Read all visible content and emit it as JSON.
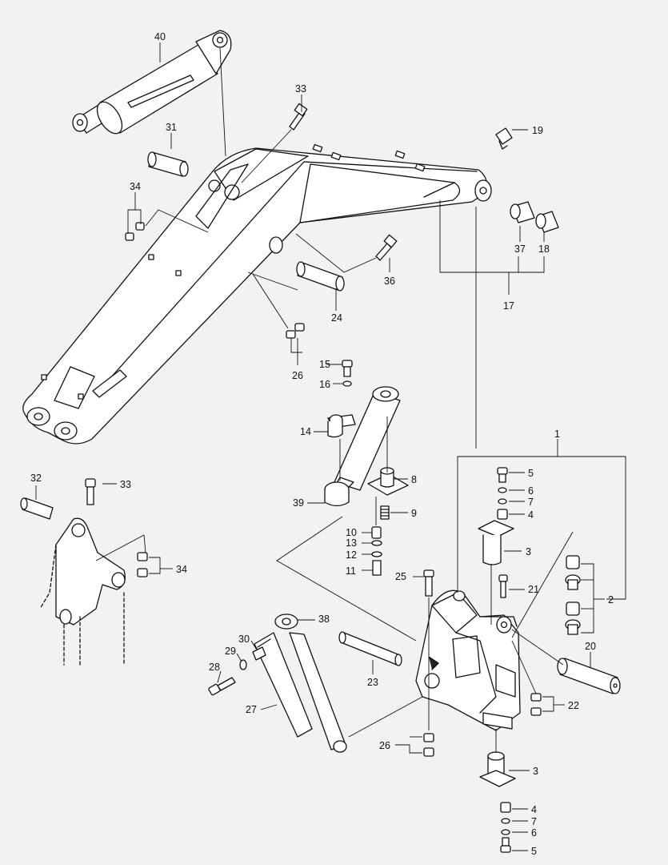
{
  "callouts": [
    {
      "id": "40",
      "text": "40"
    },
    {
      "id": "33a",
      "text": "33"
    },
    {
      "id": "31",
      "text": "31"
    },
    {
      "id": "19",
      "text": "19"
    },
    {
      "id": "34a",
      "text": "34"
    },
    {
      "id": "37",
      "text": "37"
    },
    {
      "id": "18",
      "text": "18"
    },
    {
      "id": "36",
      "text": "36"
    },
    {
      "id": "17",
      "text": "17"
    },
    {
      "id": "24",
      "text": "24"
    },
    {
      "id": "26a",
      "text": "26"
    },
    {
      "id": "15",
      "text": "15"
    },
    {
      "id": "16",
      "text": "16"
    },
    {
      "id": "14",
      "text": "14"
    },
    {
      "id": "1",
      "text": "1"
    },
    {
      "id": "5a",
      "text": "5"
    },
    {
      "id": "6a",
      "text": "6"
    },
    {
      "id": "7a",
      "text": "7"
    },
    {
      "id": "4a",
      "text": "4"
    },
    {
      "id": "8",
      "text": "8"
    },
    {
      "id": "9",
      "text": "9"
    },
    {
      "id": "39",
      "text": "39"
    },
    {
      "id": "10",
      "text": "10"
    },
    {
      "id": "13",
      "text": "13"
    },
    {
      "id": "12",
      "text": "12"
    },
    {
      "id": "11",
      "text": "11"
    },
    {
      "id": "3a",
      "text": "3"
    },
    {
      "id": "32",
      "text": "32"
    },
    {
      "id": "33b",
      "text": "33"
    },
    {
      "id": "34b",
      "text": "34"
    },
    {
      "id": "25",
      "text": "25"
    },
    {
      "id": "21",
      "text": "21"
    },
    {
      "id": "2",
      "text": "2"
    },
    {
      "id": "38",
      "text": "38"
    },
    {
      "id": "30",
      "text": "30"
    },
    {
      "id": "29",
      "text": "29"
    },
    {
      "id": "28",
      "text": "28"
    },
    {
      "id": "20",
      "text": "20"
    },
    {
      "id": "23",
      "text": "23"
    },
    {
      "id": "22",
      "text": "22"
    },
    {
      "id": "27",
      "text": "27"
    },
    {
      "id": "26b",
      "text": "26"
    },
    {
      "id": "3b",
      "text": "3"
    },
    {
      "id": "4b",
      "text": "4"
    },
    {
      "id": "7b",
      "text": "7"
    },
    {
      "id": "6b",
      "text": "6"
    },
    {
      "id": "5b",
      "text": "5"
    }
  ]
}
